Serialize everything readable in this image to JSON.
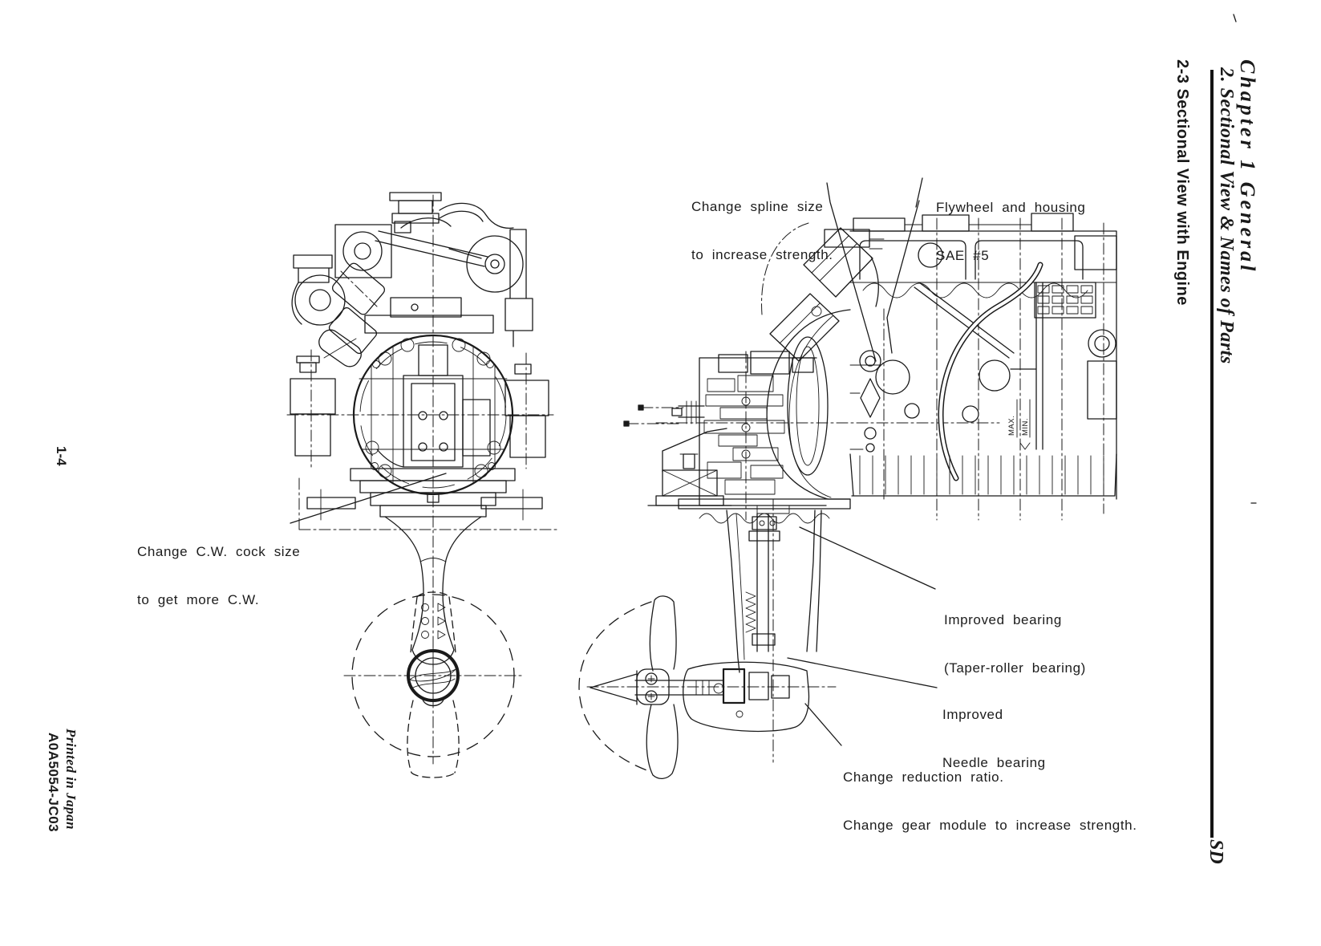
{
  "colors": {
    "ink": "#1a1a1a",
    "paper": "#ffffff"
  },
  "right_margin": {
    "chapter_title": "Chapter 1 General",
    "section_title": "2. Sectional View & Names of Parts",
    "subsection_title": "2-3 Sectional View with Engine",
    "edition_mark": "SD"
  },
  "left_margin": {
    "page_number": "1-4",
    "print_line1": "Printed in Japan",
    "print_line2": "A0A5054-JC03"
  },
  "annotations": {
    "spline": {
      "line1": "Change spline size",
      "line2": "to increase strength."
    },
    "flywheel": {
      "line1": "Flywheel and housing",
      "line2": "SAE #5"
    },
    "cw_cock": {
      "line1": "Change C.W. cock size",
      "line2": "to get more C.W."
    },
    "taper_bearing": {
      "line1": "Improved bearing",
      "line2": "(Taper-roller bearing)"
    },
    "needle_bearing": {
      "line1": "Improved",
      "line2": "Needle bearing"
    },
    "reduction": {
      "line1": "Change reduction ratio.",
      "line2": "Change gear module to increase strength."
    }
  },
  "drawing": {
    "dipstick_max": "MAX.",
    "dipstick_min": "MIN."
  }
}
